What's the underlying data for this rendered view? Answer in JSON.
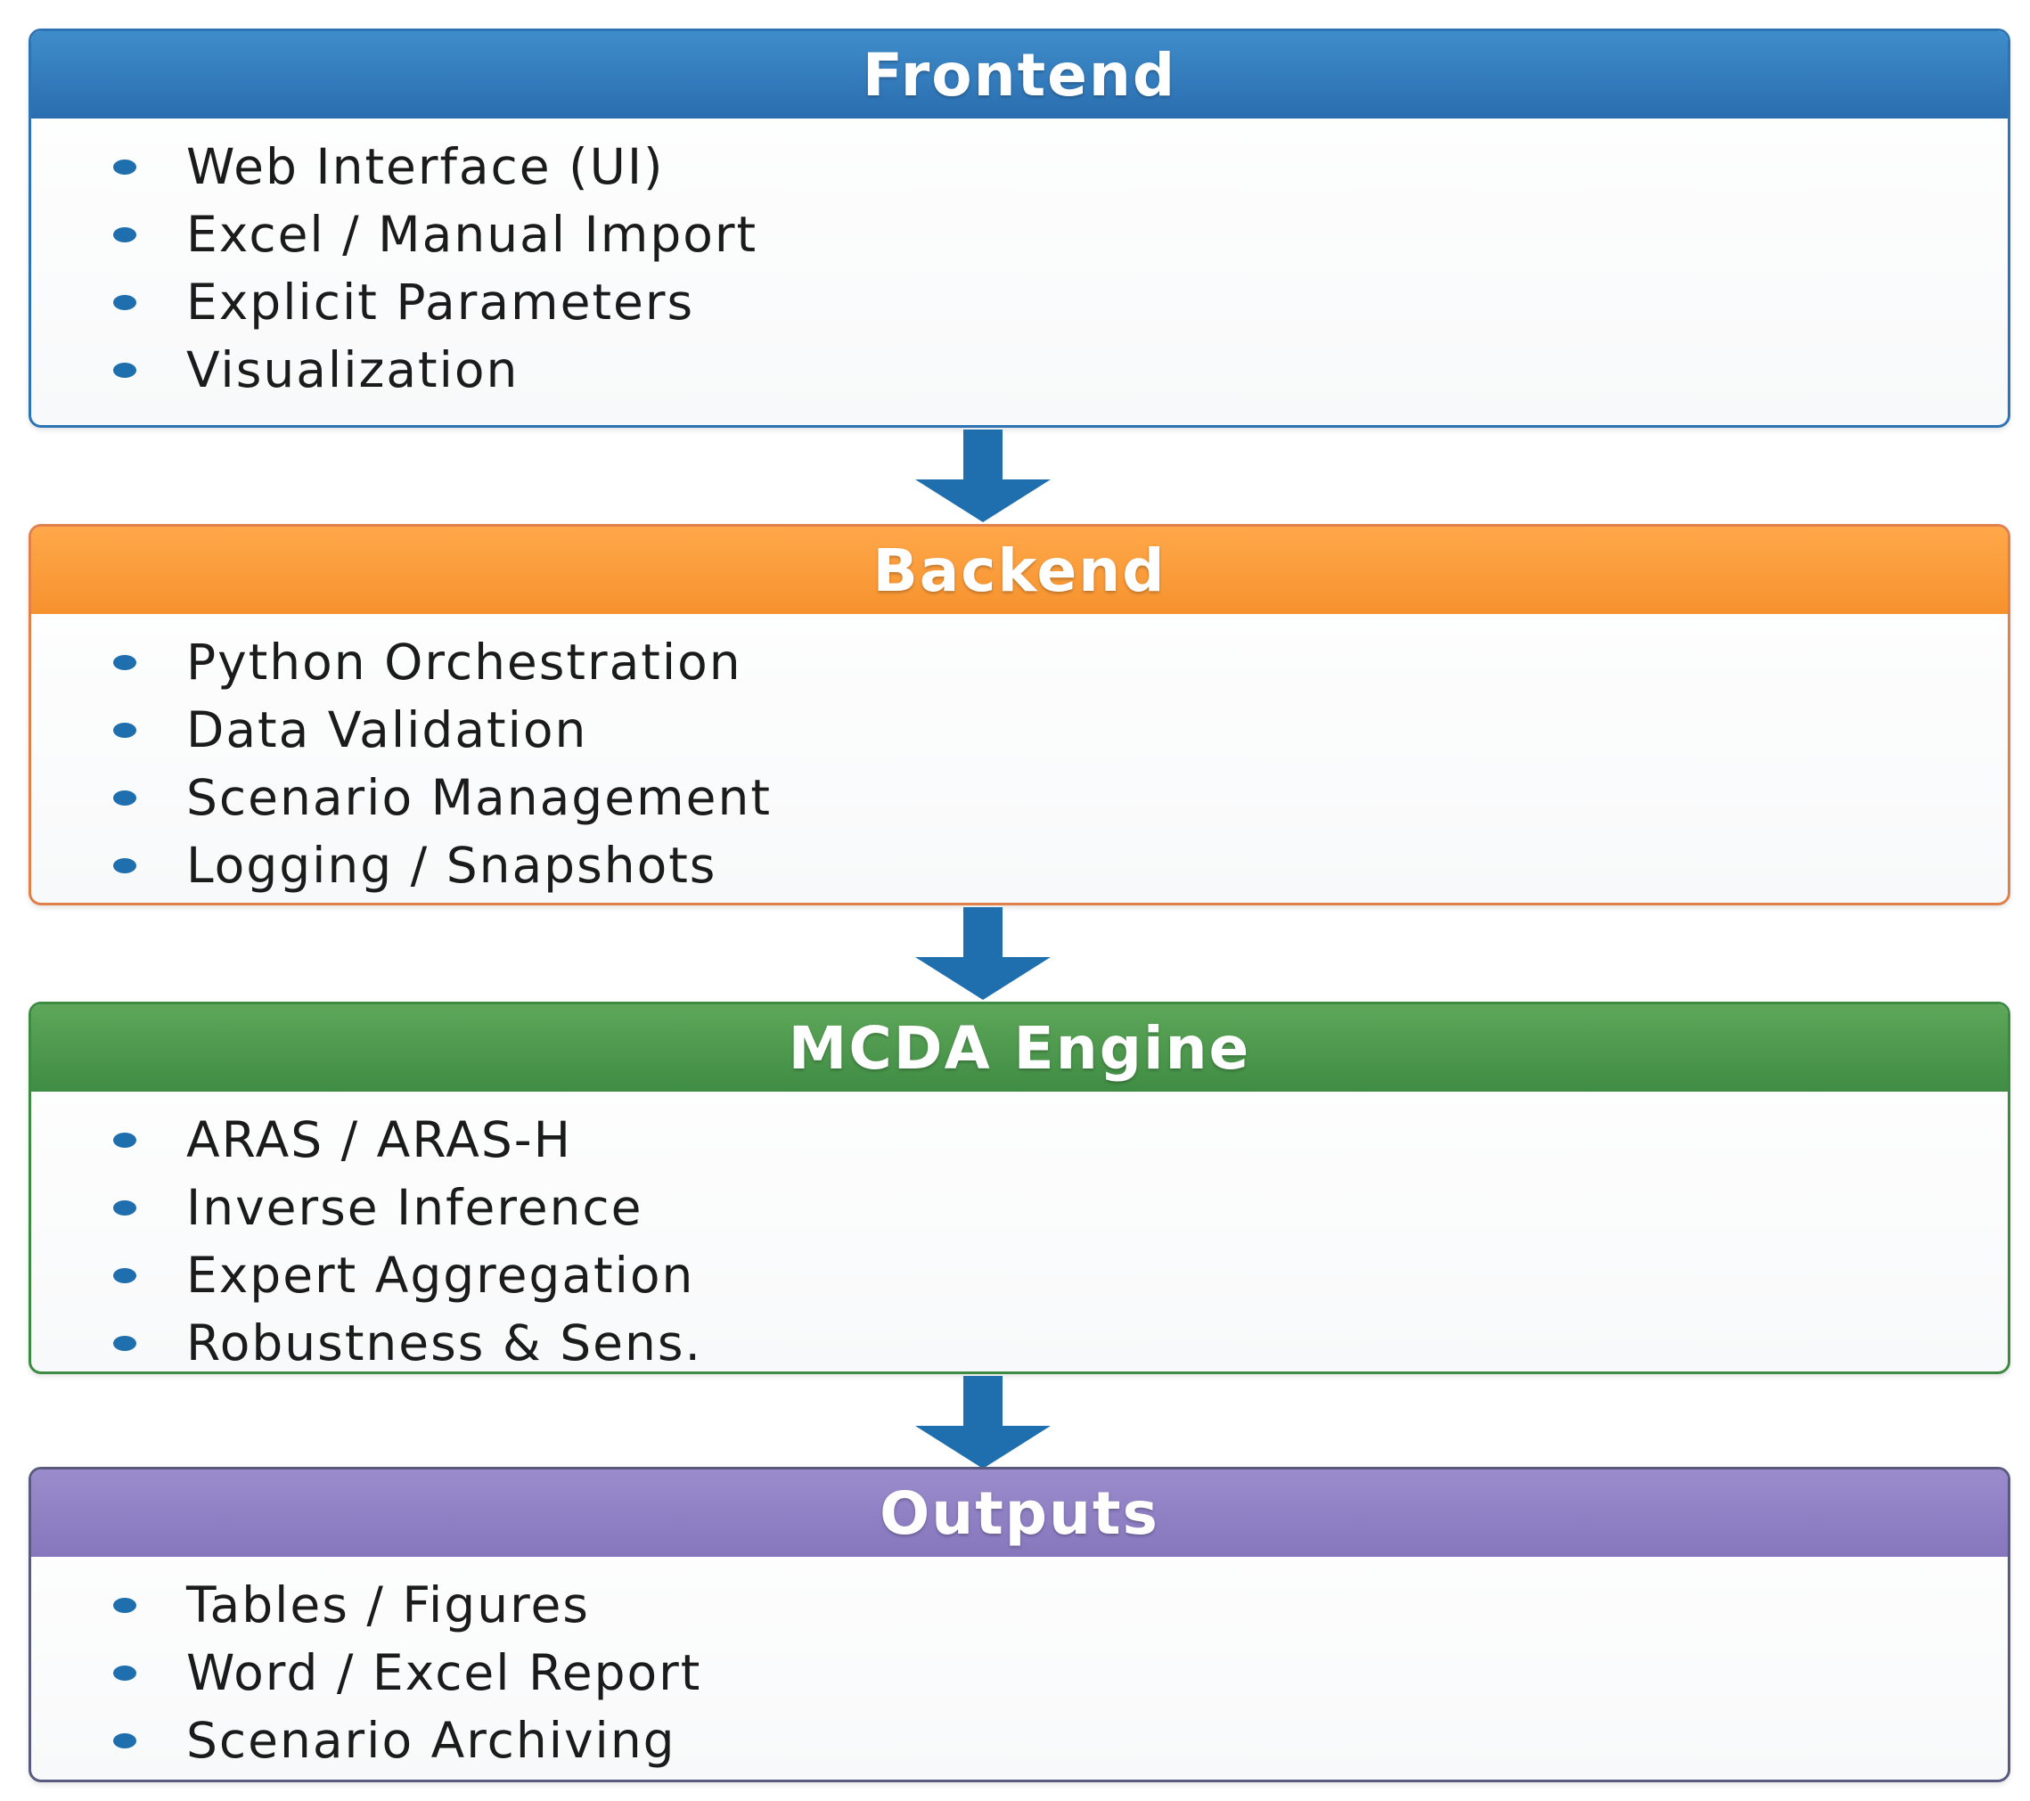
{
  "panels": [
    {
      "title": "Frontend",
      "color": "#2e74b5",
      "items": [
        "Web Interface (UI)",
        "Excel / Manual Import",
        "Explicit Parameters",
        "Visualization"
      ]
    },
    {
      "title": "Backend",
      "color": "#f6922e",
      "items": [
        "Python Orchestration",
        "Data Validation",
        "Scenario Management",
        "Logging / Snapshots"
      ]
    },
    {
      "title": "MCDA Engine",
      "color": "#3f8c44",
      "items": [
        "ARAS / ARAS-H",
        "Inverse Inference",
        "Expert Aggregation",
        "Robustness & Sens."
      ]
    },
    {
      "title": "Outputs",
      "color": "#8676bd",
      "items": [
        "Tables / Figures",
        "Word / Excel Report",
        "Scenario Archiving"
      ]
    }
  ],
  "arrow_color": "#1f6fae",
  "bullet_color": "#1f6fae"
}
